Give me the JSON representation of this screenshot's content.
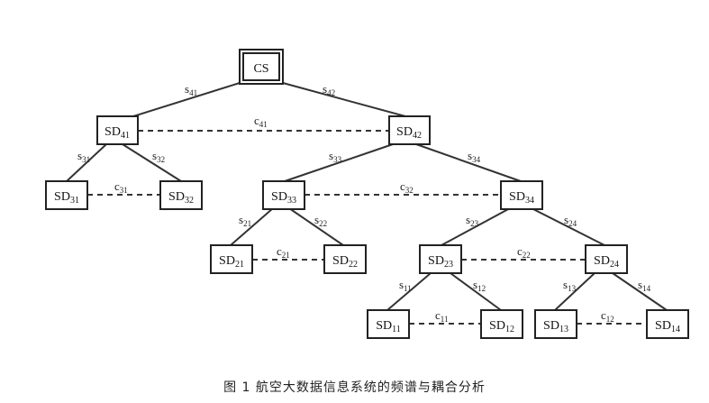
{
  "diagram": {
    "root": {
      "base": "CS",
      "sub": ""
    },
    "nodes": {
      "sd41": {
        "base": "SD",
        "sub": "41"
      },
      "sd42": {
        "base": "SD",
        "sub": "42"
      },
      "sd31": {
        "base": "SD",
        "sub": "31"
      },
      "sd32": {
        "base": "SD",
        "sub": "32"
      },
      "sd33": {
        "base": "SD",
        "sub": "33"
      },
      "sd34": {
        "base": "SD",
        "sub": "34"
      },
      "sd21": {
        "base": "SD",
        "sub": "21"
      },
      "sd22": {
        "base": "SD",
        "sub": "22"
      },
      "sd23": {
        "base": "SD",
        "sub": "23"
      },
      "sd24": {
        "base": "SD",
        "sub": "24"
      },
      "sd11": {
        "base": "SD",
        "sub": "11"
      },
      "sd12": {
        "base": "SD",
        "sub": "12"
      },
      "sd13": {
        "base": "SD",
        "sub": "13"
      },
      "sd14": {
        "base": "SD",
        "sub": "14"
      }
    },
    "edges": {
      "s41": {
        "base": "s",
        "sub": "41"
      },
      "s42": {
        "base": "s",
        "sub": "42"
      },
      "s31": {
        "base": "s",
        "sub": "31"
      },
      "s32": {
        "base": "s",
        "sub": "32"
      },
      "s33": {
        "base": "s",
        "sub": "33"
      },
      "s34": {
        "base": "s",
        "sub": "34"
      },
      "s21": {
        "base": "s",
        "sub": "21"
      },
      "s22": {
        "base": "s",
        "sub": "22"
      },
      "s23": {
        "base": "s",
        "sub": "23"
      },
      "s24": {
        "base": "s",
        "sub": "24"
      },
      "s11": {
        "base": "s",
        "sub": "11"
      },
      "s12": {
        "base": "s",
        "sub": "12"
      },
      "s13": {
        "base": "s",
        "sub": "13"
      },
      "s14": {
        "base": "s",
        "sub": "14"
      }
    },
    "couplings": {
      "c41": {
        "base": "c",
        "sub": "41"
      },
      "c31": {
        "base": "c",
        "sub": "31"
      },
      "c32": {
        "base": "c",
        "sub": "32"
      },
      "c21": {
        "base": "c",
        "sub": "21"
      },
      "c22": {
        "base": "c",
        "sub": "22"
      },
      "c11": {
        "base": "c",
        "sub": "11"
      },
      "c12": {
        "base": "c",
        "sub": "12"
      }
    }
  },
  "caption": "图 1  航空大数据信息系统的频谱与耦合分析"
}
